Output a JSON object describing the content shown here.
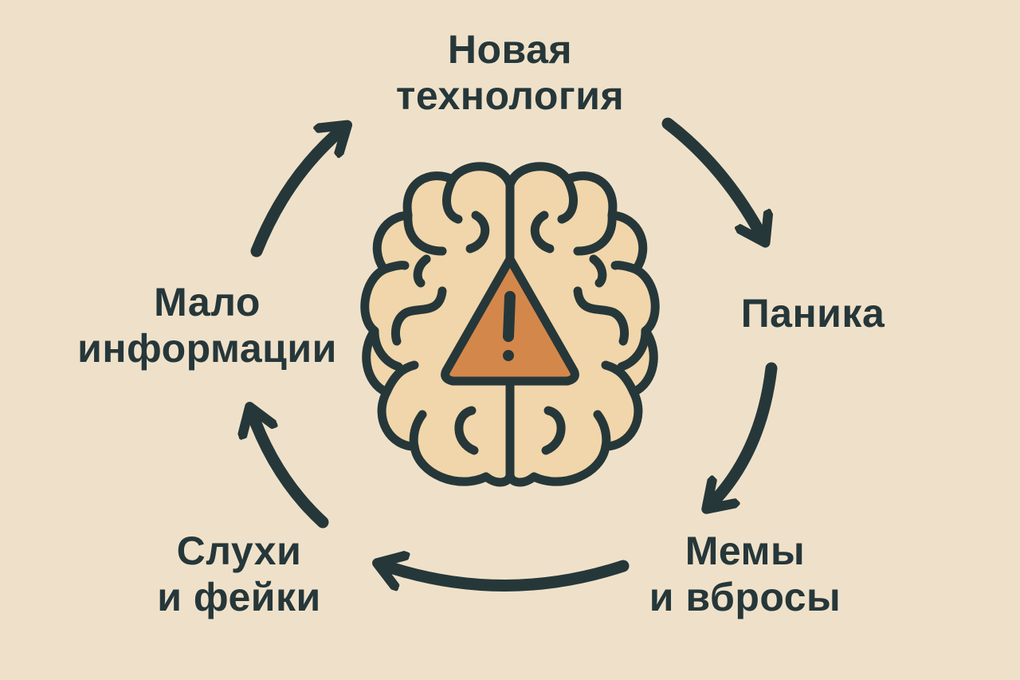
{
  "colors": {
    "background": "#efe1c9",
    "ink": "#26373a",
    "brain": "#f0d6aa",
    "warning": "#d4874a"
  },
  "nodes": {
    "new_tech": {
      "line1": "Новая",
      "line2": "технология"
    },
    "panic": {
      "line1": "Паника"
    },
    "memes": {
      "line1": "Мемы",
      "line2": "и вбросы"
    },
    "rumors": {
      "line1": "Слухи",
      "line2": "и фейки"
    },
    "little_info": {
      "line1": "Мало",
      "line2": "информации"
    }
  },
  "center_icon": "brain-with-warning-icon"
}
